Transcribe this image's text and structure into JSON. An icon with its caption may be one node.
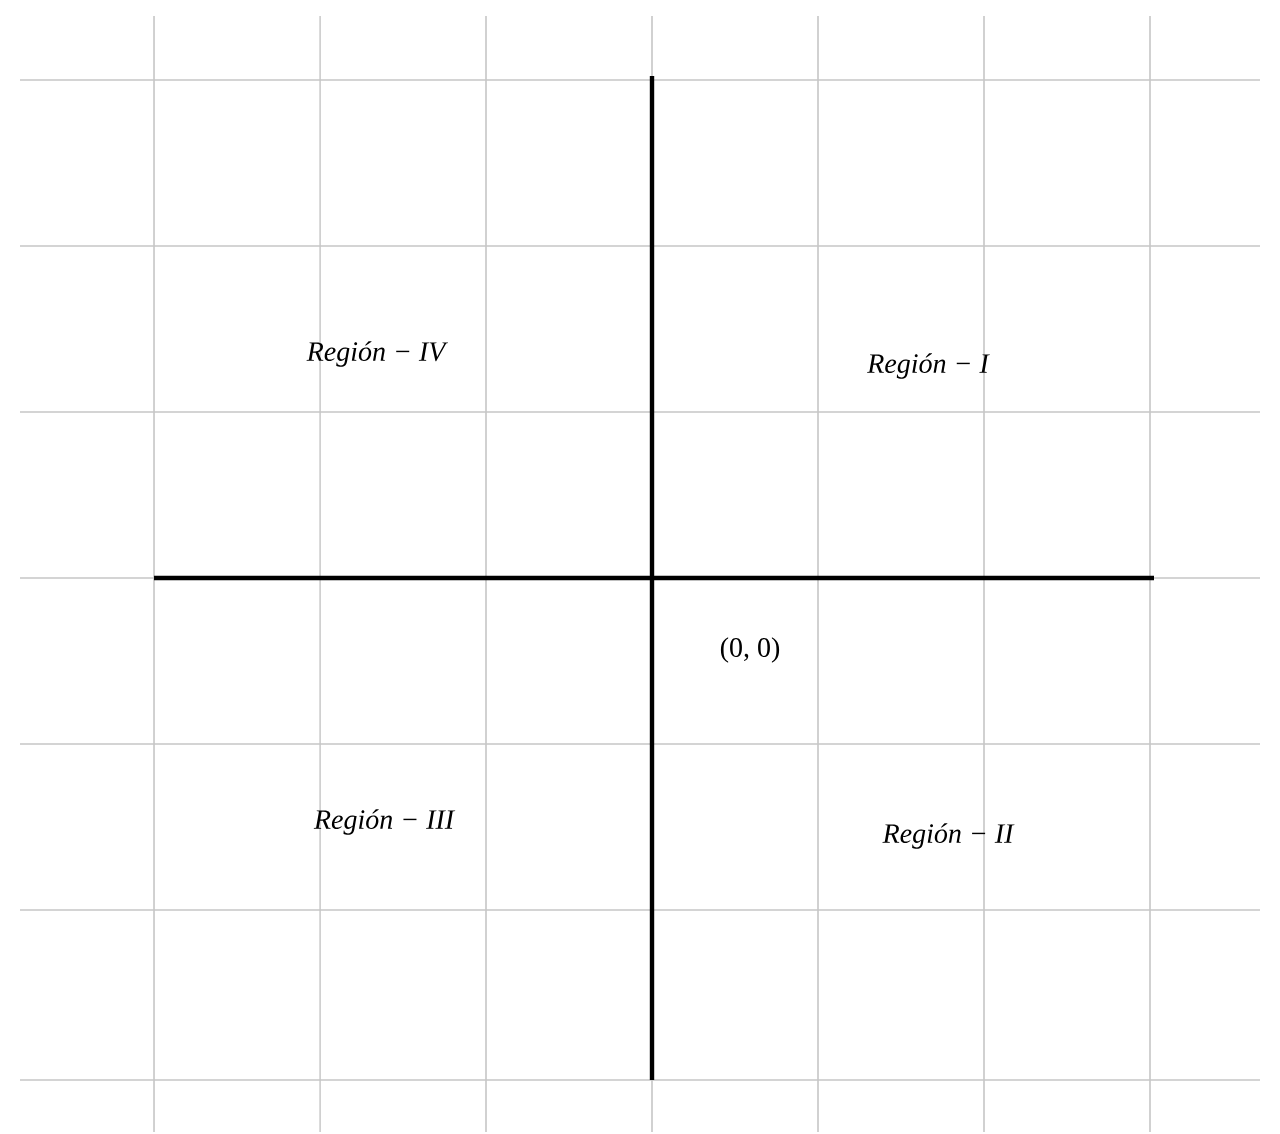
{
  "diagram": {
    "labels": [
      "Región − IV",
      "Región − I",
      "(0, 0)",
      "Región − III",
      "Región − II"
    ]
  }
}
